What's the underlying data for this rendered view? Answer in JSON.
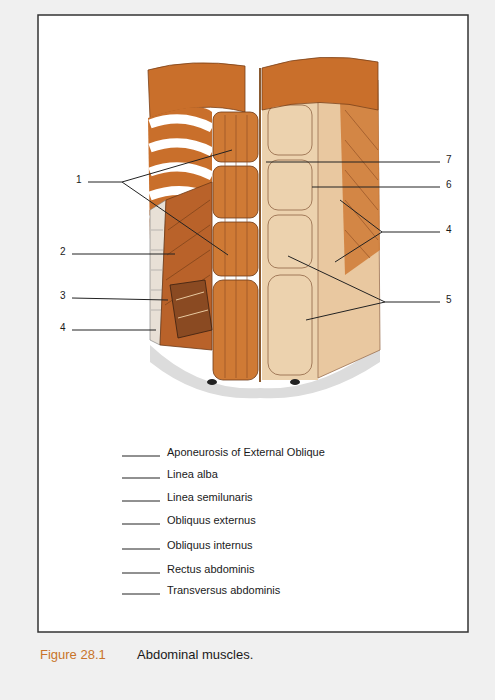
{
  "diagram": {
    "caption": "Abdominal muscles.",
    "labels": [
      "1",
      "2",
      "3",
      "4",
      "7",
      "6",
      "4",
      "5",
      "Aponeurosis of External Oblique",
      "Linea alba",
      "Linea semilunaris",
      "Obliquus externus",
      "Obliquus internus",
      "Rectus abdominis",
      "Transversus abdominis",
      "Figure 28.1"
    ]
  }
}
